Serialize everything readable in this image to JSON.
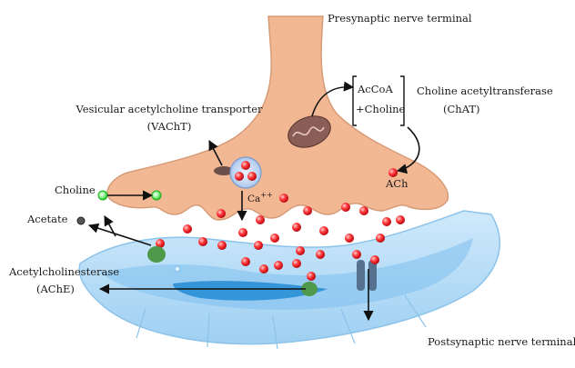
{
  "labels": {
    "presynaptic": "Presynaptic nerve terminal",
    "postsynaptic": "Postsynaptic nerve terminal",
    "vacht_line1": "Vesicular acetylcholine transporter",
    "vacht_line2": "(VAChT)",
    "chat_line1": "Choline acetyltransferase",
    "chat_line2": "(ChAT)",
    "acoa_line1": "AcCoA",
    "acoa_line2": "+Choline",
    "ach": "ACh",
    "ca": "Ca",
    "ca_sup": "++",
    "choline": "Choline",
    "acetate": "Acetate",
    "ache_line1": "Acetylcholinesterase",
    "ache_line2": "(AChE)"
  },
  "colors": {
    "presynaptic_fill": "#f2b894",
    "postsynaptic_fill": "#b9def6",
    "postsynaptic_deep": "#2a8fd6",
    "ach_red": "#e8222a",
    "choline_green": "#3bd63b",
    "receptor_green": "#4f9a4a",
    "receptor_blue": "#56708f",
    "mitochondria": "#8a5e56",
    "vacht_dark": "#6a4f4a",
    "acetate_gray": "#555555"
  },
  "icons": {
    "mitochondrion": "mitochondrion-icon",
    "vesicle": "synaptic-vesicle-icon",
    "ach_molecule": "ach-molecule-icon",
    "choline_molecule": "choline-molecule-icon",
    "receptor": "nicotinic-receptor-icon",
    "ache_enzyme": "ache-enzyme-icon"
  }
}
